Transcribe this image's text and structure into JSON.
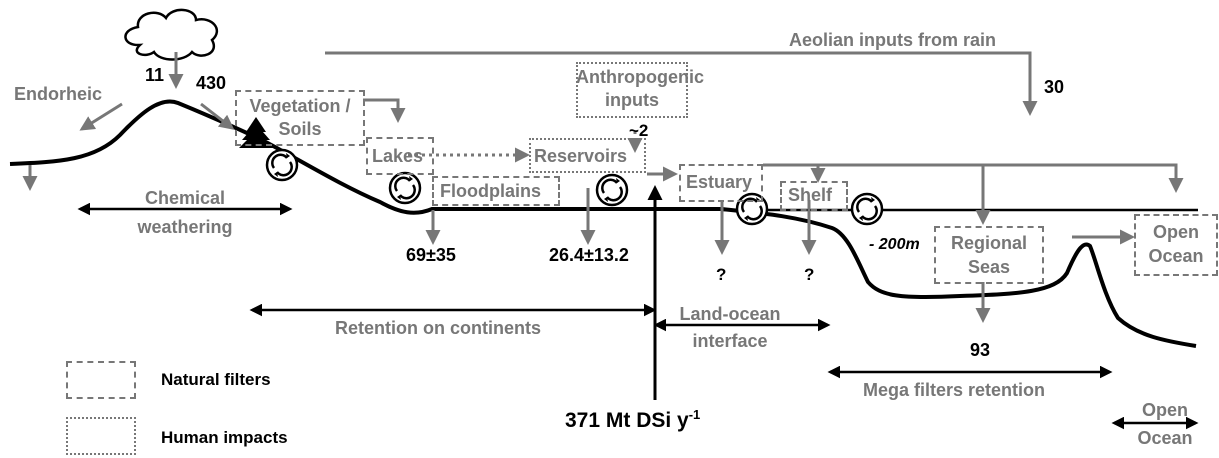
{
  "rain_top": "11",
  "rain_side": "430",
  "endorheic": "Endorheic",
  "aeolian": "Aeolian inputs from rain",
  "aeolian_value": "30",
  "anthropogenic": [
    "Anthropogenic",
    "inputs"
  ],
  "anthropogenic_value": "~2",
  "vegetation": [
    "Vegetation /",
    "Soils"
  ],
  "lakes": "Lakes",
  "reservoirs": "Reservoirs",
  "floodplains": "Floodplains",
  "estuary": "Estuary",
  "shelf": "Shelf",
  "regional_seas": [
    "Regional",
    "Seas"
  ],
  "open_ocean_box": [
    "Open",
    "Ocean"
  ],
  "chemical_weathering": [
    "Chemical",
    "weathering"
  ],
  "lakes_retention": "69±35",
  "reservoir_retention": "26.4±13.2",
  "estuary_q": "?",
  "shelf_q": "?",
  "depth": "- 200m",
  "regional_value": "93",
  "retention_continents": "Retention on continents",
  "land_ocean": [
    "Land-ocean",
    "interface"
  ],
  "mega_filters": "Mega filters retention",
  "open_ocean_bottom": [
    "Open",
    "Ocean"
  ],
  "total_flux": "371 Mt DSi y",
  "total_flux_sup": "-1",
  "legend": {
    "natural": "Natural filters",
    "human": "Human impacts"
  },
  "colors": {
    "ink": "#000000",
    "flow": "#777777"
  }
}
